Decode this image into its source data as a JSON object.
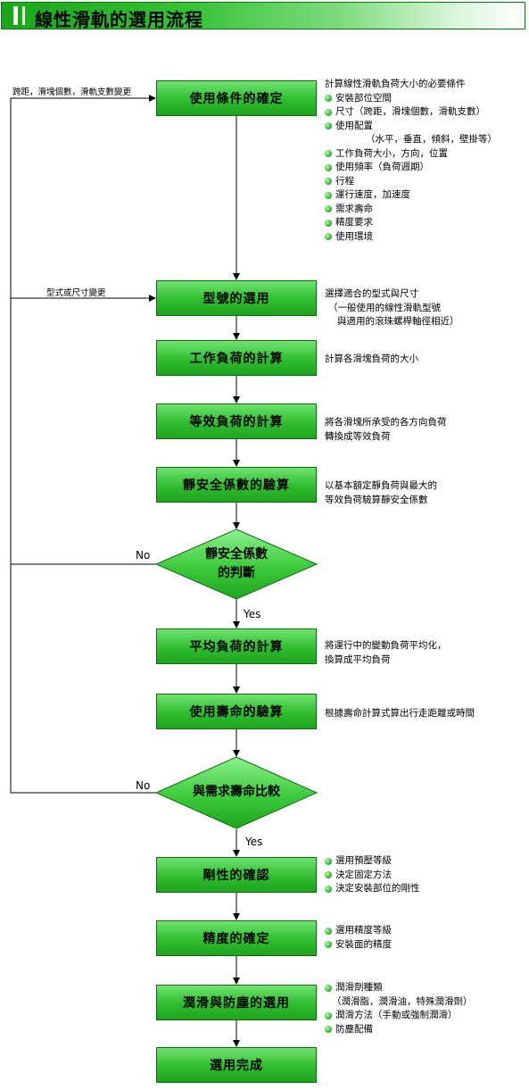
{
  "title": "線性滑軌的選用流程",
  "steps": {
    "s1": "使用條件的確定",
    "s2": "型號的選用",
    "s3": "工作負荷的計算",
    "s4": "等效負荷的計算",
    "s5": "靜安全係數的驗算",
    "d1_line1": "靜安全係數",
    "d1_line2": "的判斷",
    "s6": "平均負荷的計算",
    "s7": "使用壽命的驗算",
    "d2": "與需求壽命比較",
    "s8": "剛性的確認",
    "s9": "精度的確定",
    "s10": "潤滑與防塵的選用",
    "s11": "選用完成"
  },
  "loop_labels": {
    "top": "跨距，滑塊個數，滑軌支數變更",
    "model": "型式或尺寸變更",
    "no1": "No",
    "no2": "No",
    "yes1": "Yes",
    "yes2": "Yes"
  },
  "notes": {
    "n1_head": "計算線性滑軌負荷大小的必要條件",
    "n1_items": [
      "安裝部位空間",
      "尺寸（跨距，滑塊個數，滑軌支數）",
      "使用配置"
    ],
    "n1_sub": "（水平，垂直，傾斜，壁掛等）",
    "n1_items2": [
      "工作負荷大小，方向，位置",
      "使用頻率（負荷週期）",
      "行程",
      "運行速度，加速度",
      "需求壽命",
      "精度要求",
      "使用環境"
    ],
    "n2_line1": "選擇適合的型式與尺寸",
    "n2_line2": "（一般使用的線性滑軌型號",
    "n2_line3": "與適用的滾珠螺桿軸徑相近）",
    "n3": "計算各滑塊負荷的大小",
    "n4_line1": "將各滑塊所承受的各方向負荷",
    "n4_line2": "轉換成等效負荷",
    "n5_line1": "以基本額定靜負荷與最大的",
    "n5_line2": "等效負荷驗算靜安全係數",
    "n6_line1": "將運行中的變動負荷平均化，",
    "n6_line2": "換算成平均負荷",
    "n7": "根據壽命計算式算出行走距離或時間",
    "n8_items": [
      "選用預壓等級",
      "決定固定方法",
      "決定安裝部位的剛性"
    ],
    "n9_items": [
      "選用精度等級",
      "安裝面的精度"
    ],
    "n10_item1": "潤滑劑種類",
    "n10_sub": "（潤滑脂，潤滑油，特殊潤滑劑）",
    "n10_item2": "潤滑方法（手動或強制潤滑）",
    "n10_item3": "防塵配備"
  },
  "colors": {
    "accent": "#2fbd2f",
    "border": "#0b6e0b"
  }
}
